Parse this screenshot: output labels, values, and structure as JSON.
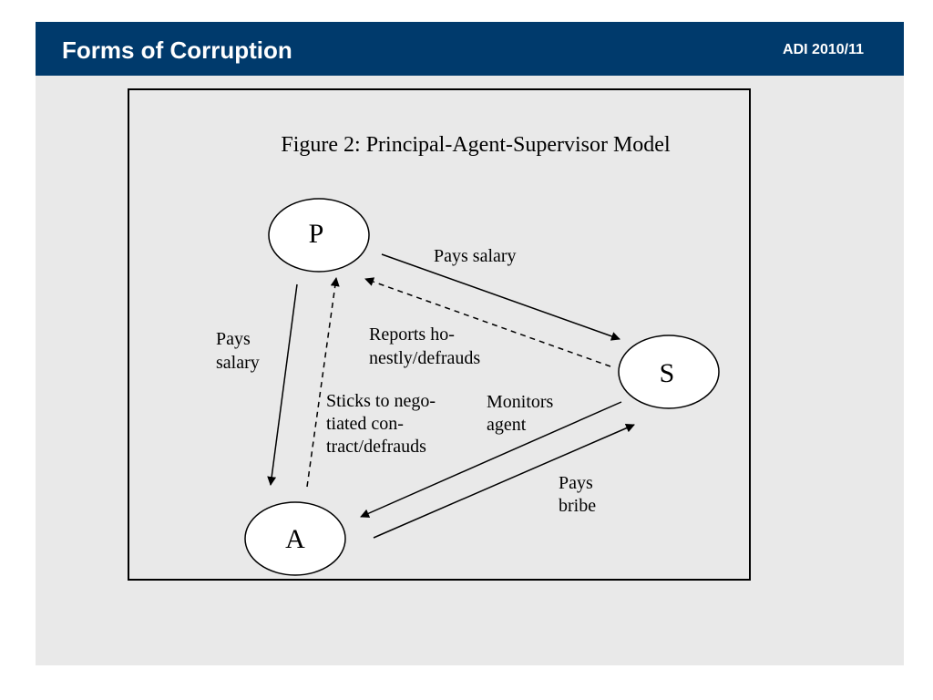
{
  "header": {
    "title": "Forms of Corruption",
    "course": "ADI 2010/11"
  },
  "figure": {
    "caption": "Figure 2: Principal-Agent-Supervisor Model",
    "nodes": {
      "principal": "P",
      "supervisor": "S",
      "agent": "A"
    },
    "edges": {
      "p_to_s": "Pays salary",
      "s_to_p": [
        "Reports ho-",
        "nestly/defrauds"
      ],
      "p_to_a": [
        "Pays",
        "salary"
      ],
      "a_to_p": [
        "Sticks to nego-",
        "tiated con-",
        "tract/defrauds"
      ],
      "s_to_a": [
        "Monitors",
        "agent"
      ],
      "a_to_s": [
        "Pays",
        "bribe"
      ]
    }
  },
  "colors": {
    "header_bg": "#003a6c",
    "slide_bg": "#e9e9e9"
  }
}
